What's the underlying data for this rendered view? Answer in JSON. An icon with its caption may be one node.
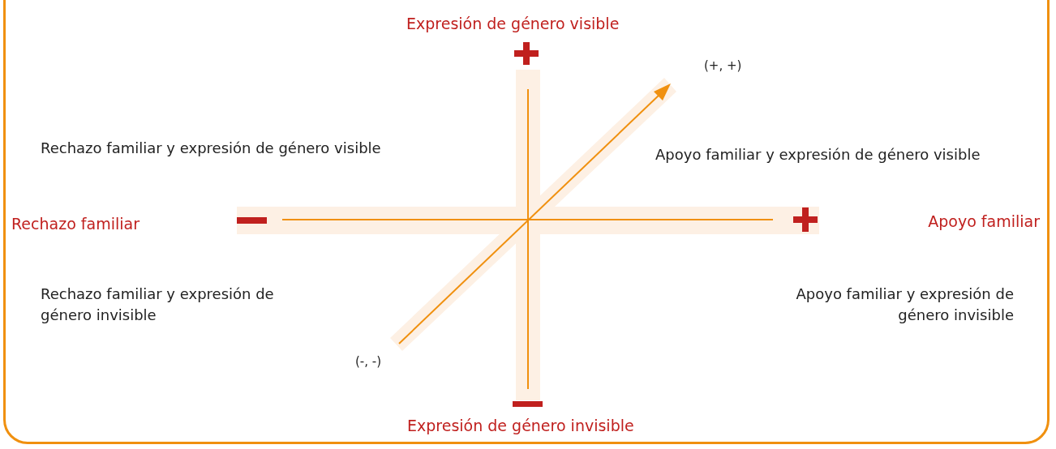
{
  "diagram": {
    "labels": [
      "Expresión de género visible",
      "(+, +)",
      "Rechazo familiar y expresión de género visible",
      "Apoyo familiar y expresión de género visible",
      "Rechazo familiar",
      "Apoyo familiar",
      "Rechazo familiar y expresión de género invisible",
      "Apoyo familiar y expresión de género invisible",
      "(-, -)",
      "Expresión de género invisible"
    ]
  }
}
